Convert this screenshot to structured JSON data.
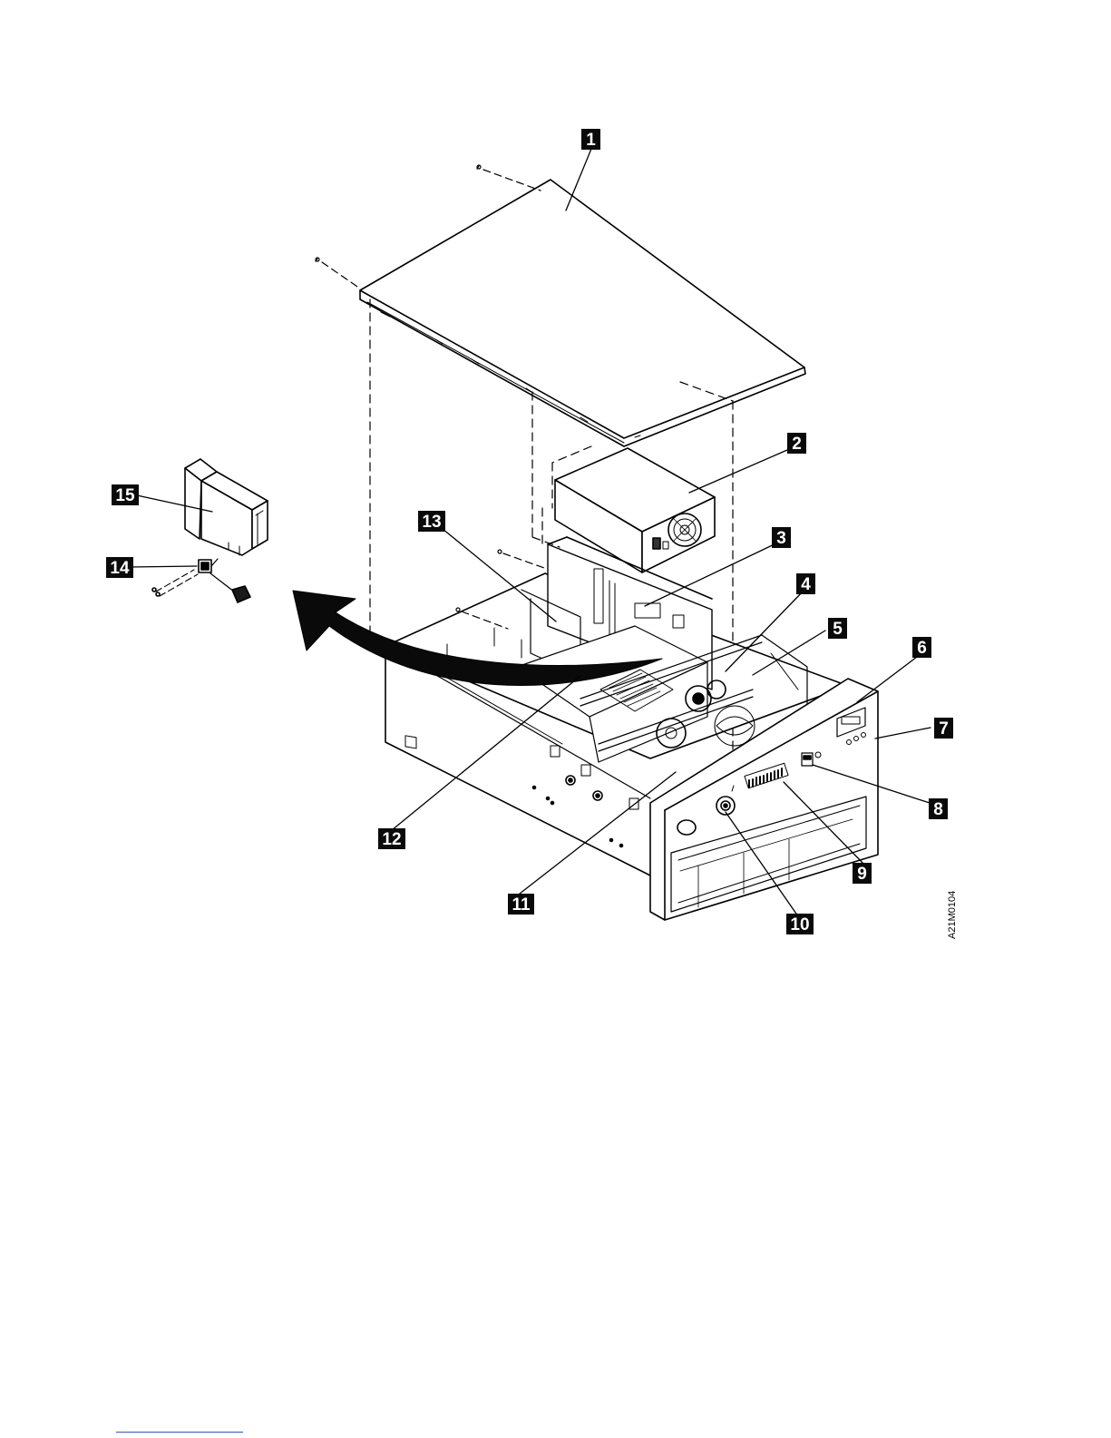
{
  "figure": {
    "id_text": "A21M0104",
    "callouts": [
      {
        "id": "c1",
        "text": "1"
      },
      {
        "id": "c2",
        "text": "2"
      },
      {
        "id": "c3",
        "text": "3"
      },
      {
        "id": "c4",
        "text": "4"
      },
      {
        "id": "c5",
        "text": "5"
      },
      {
        "id": "c6",
        "text": "6"
      },
      {
        "id": "c7",
        "text": "7"
      },
      {
        "id": "c8",
        "text": "8"
      },
      {
        "id": "c9",
        "text": "9"
      },
      {
        "id": "c10",
        "text": "10"
      },
      {
        "id": "c11",
        "text": "11"
      },
      {
        "id": "c12",
        "text": "12"
      },
      {
        "id": "c13",
        "text": "13"
      },
      {
        "id": "c14",
        "text": "14"
      },
      {
        "id": "c15",
        "text": "15"
      }
    ]
  }
}
